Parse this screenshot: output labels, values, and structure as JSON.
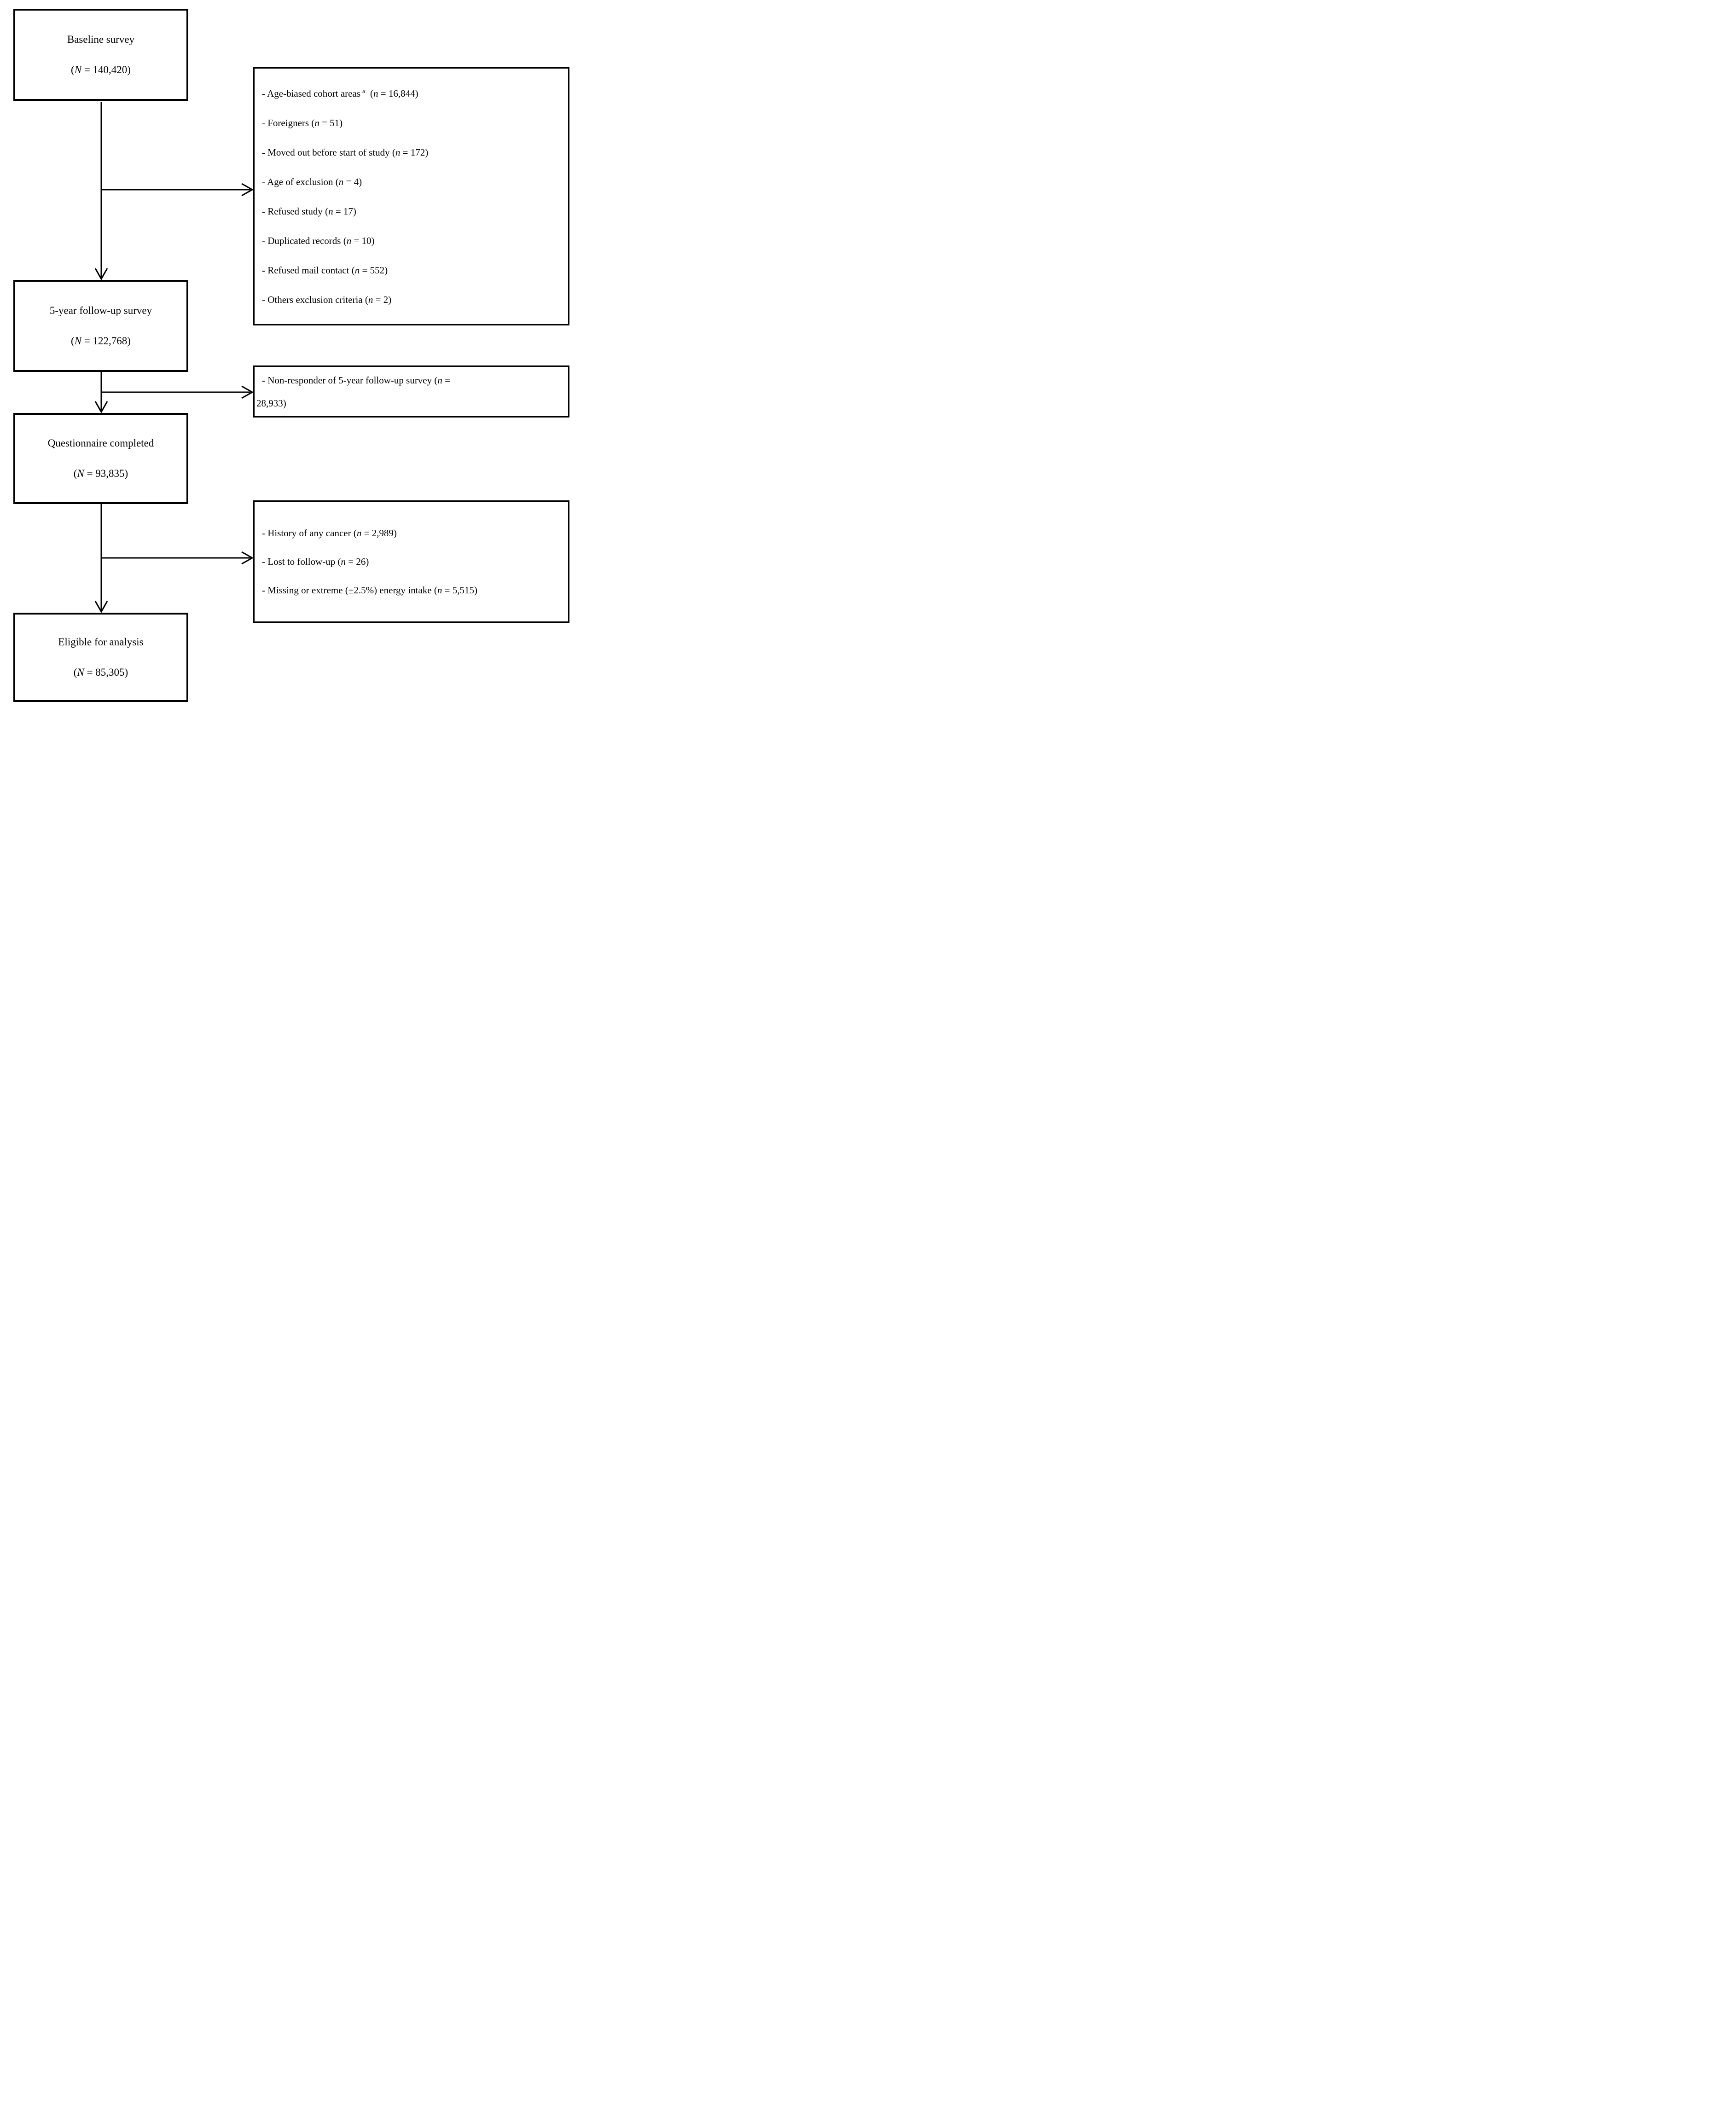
{
  "page": {
    "background": "#ffffff",
    "line_color": "#000000"
  },
  "fmt": {
    "open": "(",
    "eq": " = ",
    "close": ")"
  },
  "flow_boxes": [
    {
      "label": "Baseline survey",
      "var": "N",
      "value": "140,420"
    },
    {
      "label": "5-year follow-up survey",
      "var": "N",
      "value": "122,768"
    },
    {
      "label": "Questionnaire completed",
      "var": "N",
      "value": "93,835"
    },
    {
      "label": "Eligible for analysis",
      "var": "N",
      "value": "85,305"
    }
  ],
  "exclusion_boxes": [
    {
      "name": "baseline-exclusions",
      "items": [
        {
          "text": "- Age-biased cohort areas",
          "sup": "a",
          "var": "n",
          "value": "16,844"
        },
        {
          "text": "- Foreigners",
          "var": "n",
          "value": "51"
        },
        {
          "text": "- Moved out before start of study",
          "var": "n",
          "value": "172"
        },
        {
          "text": "- Age of exclusion",
          "var": "n",
          "value": "4"
        },
        {
          "text": "- Refused study",
          "var": "n",
          "value": "17"
        },
        {
          "text": "- Duplicated records",
          "var": "n",
          "value": "10"
        },
        {
          "text": "- Refused mail contact",
          "var": "n",
          "value": "552"
        },
        {
          "text": "- Others exclusion criteria",
          "var": "n",
          "value": "2"
        }
      ]
    },
    {
      "name": "follow-up-nonresponse",
      "items": [
        {
          "text": "- Non-responder of 5-year follow-up survey",
          "var": "n",
          "value": "28,933",
          "wrap": true
        }
      ]
    },
    {
      "name": "analysis-exclusions",
      "items": [
        {
          "text": "- History of any cancer",
          "var": "n",
          "value": "2,989"
        },
        {
          "text": "- Lost to follow-up",
          "var": "n",
          "value": "26"
        },
        {
          "text": "- Missing or extreme (±2.5%) energy intake",
          "var": "n",
          "value": "5,515"
        }
      ]
    }
  ]
}
